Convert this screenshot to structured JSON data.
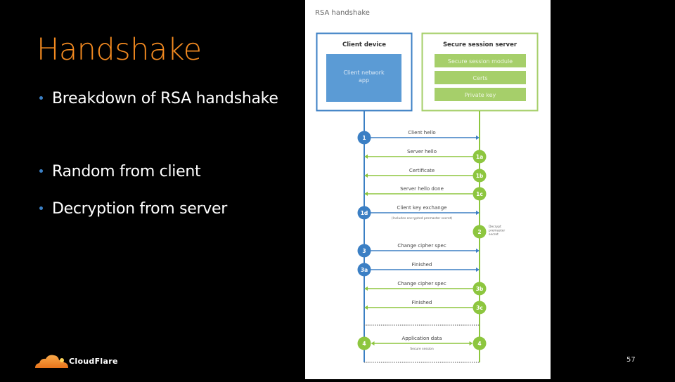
{
  "slide": {
    "title": "Handshake",
    "bullets": [
      "Breakdown of RSA handshake",
      "Random from client",
      "Decryption from server"
    ],
    "page_number": "57",
    "brand": "CloudFlare",
    "title_color": "#f38a20",
    "bullet_color": "#3c82c8"
  },
  "diagram": {
    "title": "RSA handshake",
    "colors": {
      "client": "#3b7fc4",
      "server": "#8dc63f",
      "client_app_fill": "#5b9bd5",
      "server_module_fill": "#a6cf6a"
    },
    "client": {
      "label": "Client device",
      "app_label_line1": "Client network",
      "app_label_line2": "app"
    },
    "server": {
      "label": "Secure session server",
      "modules": [
        "Secure session module",
        "Certs",
        "Private key"
      ]
    },
    "steps": [
      {
        "badge": "1",
        "side": "client",
        "direction": "to-server",
        "label": "Client hello",
        "sublabel": ""
      },
      {
        "badge": "1a",
        "side": "server",
        "direction": "to-client",
        "label": "Server hello",
        "sublabel": ""
      },
      {
        "badge": "1b",
        "side": "server",
        "direction": "to-client",
        "label": "Certificate",
        "sublabel": ""
      },
      {
        "badge": "1c",
        "side": "server",
        "direction": "to-client",
        "label": "Server hello done",
        "sublabel": ""
      },
      {
        "badge": "1d",
        "side": "client",
        "direction": "to-server",
        "label": "Client key exchange",
        "sublabel": "(Includes encrypted premaster secret)"
      },
      {
        "badge": "2",
        "side": "server",
        "direction": "none",
        "label": "",
        "sublabel": "",
        "note_lines": [
          "Decrypt",
          "premaster",
          "secret"
        ]
      },
      {
        "badge": "3",
        "side": "client",
        "direction": "to-server",
        "label": "Change cipher spec",
        "sublabel": ""
      },
      {
        "badge": "3a",
        "side": "client",
        "direction": "to-server",
        "label": "Finished",
        "sublabel": ""
      },
      {
        "badge": "3b",
        "side": "server",
        "direction": "to-client",
        "label": "Change cipher spec",
        "sublabel": ""
      },
      {
        "badge": "3c",
        "side": "server",
        "direction": "to-client",
        "label": "Finished",
        "sublabel": ""
      },
      {
        "badge": "4",
        "side": "both",
        "direction": "both",
        "label": "Application data",
        "sublabel": "Secure session"
      }
    ]
  }
}
